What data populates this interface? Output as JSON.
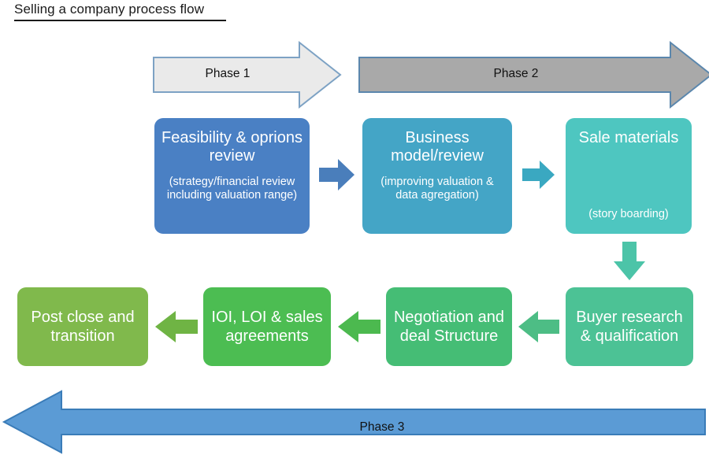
{
  "title": "Selling a company process flow",
  "phases": [
    {
      "id": "phase-1",
      "label": "Phase 1",
      "fill": "#eaeaea",
      "stroke": "#7da2c4",
      "direction": "right"
    },
    {
      "id": "phase-2",
      "label": "Phase 2",
      "fill": "#a9a9a9",
      "stroke": "#5b87ad",
      "direction": "right"
    },
    {
      "id": "phase-3",
      "label": "Phase 3",
      "fill": "#5b9bd5",
      "stroke": "#3a7cb8",
      "direction": "left"
    }
  ],
  "steps": [
    {
      "id": "feasibility-options-review",
      "headline": "Feasibility & oprions review",
      "sub": "(strategy/financial review including valuation range)",
      "fill": "#4a80c4"
    },
    {
      "id": "business-model-review",
      "headline": "Business model/review",
      "sub": "(improving valuation & data agregation)",
      "fill": "#44a5c6"
    },
    {
      "id": "sale-materials",
      "headline": "Sale materials",
      "sub": "(story boarding)",
      "fill": "#4ec6c0"
    },
    {
      "id": "buyer-research-qualification",
      "headline": "Buyer research & qualification",
      "sub": "",
      "fill": "#4cc295"
    },
    {
      "id": "negotiation-and-deal-structure",
      "headline": "Negotiation and deal Structure",
      "sub": "",
      "fill": "#45bd75"
    },
    {
      "id": "ioi-loi-sales-agreements",
      "headline": "IOI, LOI & sales agreements",
      "sub": "",
      "fill": "#4cbd52"
    },
    {
      "id": "post-close-and-transition",
      "headline": "Post close and transition",
      "sub": "",
      "fill": "#80b94c"
    }
  ],
  "connectors": [
    {
      "id": "arrow-feasibility-to-business",
      "direction": "right",
      "fill": "#4a7ebb"
    },
    {
      "id": "arrow-business-to-sale",
      "direction": "right",
      "fill": "#3aa8c1"
    },
    {
      "id": "arrow-sale-to-buyer",
      "direction": "down",
      "fill": "#4cc4a8"
    },
    {
      "id": "arrow-buyer-to-negotiation",
      "direction": "left",
      "fill": "#4dbd85"
    },
    {
      "id": "arrow-negotiation-to-ioi",
      "direction": "left",
      "fill": "#4cb94f"
    },
    {
      "id": "arrow-ioi-to-postclose",
      "direction": "left",
      "fill": "#6fb444"
    }
  ],
  "chart_data": {
    "type": "diagram",
    "title": "Selling a company process flow",
    "diagram_kind": "process-flow",
    "flow_order": [
      "Feasibility & oprions review",
      "Business model/review",
      "Sale materials",
      "Buyer research & qualification",
      "Negotiation and deal Structure",
      "IOI, LOI & sales agreements",
      "Post close and transition"
    ],
    "phase_grouping": {
      "Phase 1": [
        "Feasibility & oprions review"
      ],
      "Phase 2": [
        "Business model/review",
        "Sale materials"
      ],
      "Phase 3": [
        "Buyer research & qualification",
        "Negotiation and deal Structure",
        "IOI, LOI & sales agreements",
        "Post close and transition"
      ]
    }
  }
}
